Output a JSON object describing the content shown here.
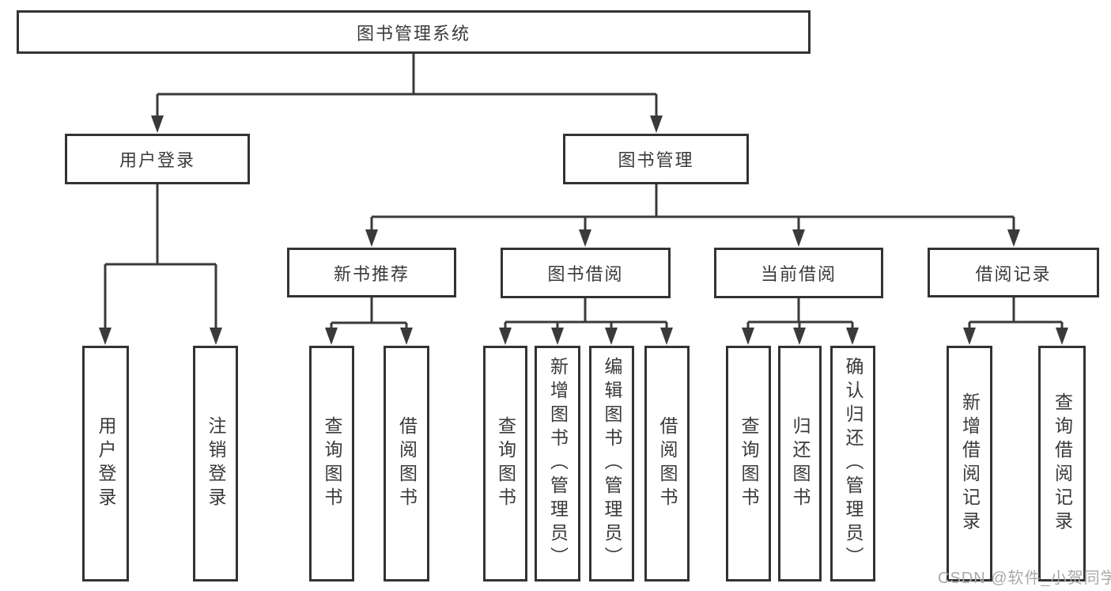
{
  "diagram_type": "org-tree",
  "tree": {
    "root": "图书管理系统",
    "branches": [
      {
        "label": "用户登录",
        "children": [
          "用户登录",
          "注销登录"
        ]
      },
      {
        "label": "图书管理",
        "groups": [
          {
            "label": "新书推荐",
            "children": [
              "查询图书",
              "借阅图书"
            ]
          },
          {
            "label": "图书借阅",
            "children": [
              "查询图书",
              "新增图书（管理员）",
              "编辑图书（管理员）",
              "借阅图书"
            ]
          },
          {
            "label": "当前借阅",
            "children": [
              "查询图书",
              "归还图书",
              "确认归还（管理员）"
            ]
          },
          {
            "label": "借阅记录",
            "children": [
              "新增借阅记录",
              "查询借阅记录"
            ]
          }
        ]
      }
    ]
  },
  "watermark": "CSDN @软件_小贺同学",
  "colors": {
    "line": "#3a3a3a",
    "box_border": "#333333",
    "text": "#3a3a3a",
    "watermark": "#a9a9a9",
    "background": "#ffffff"
  }
}
